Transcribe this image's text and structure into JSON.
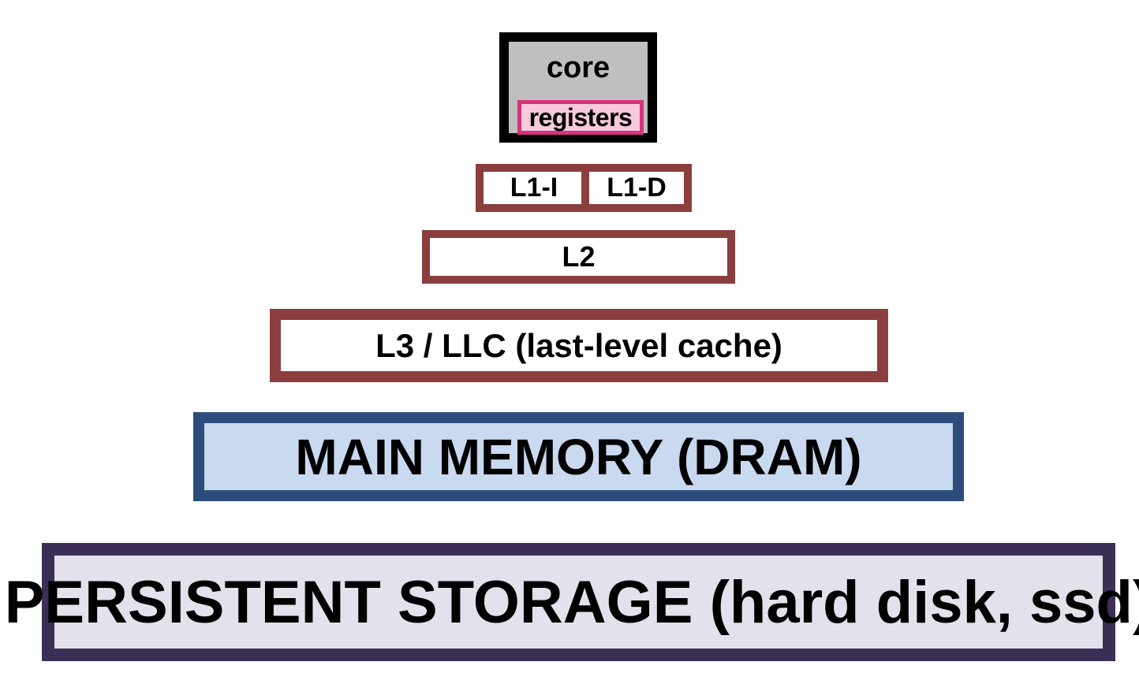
{
  "hierarchy": {
    "core": {
      "label": "core",
      "registers_label": "registers"
    },
    "l1": {
      "instruction_label": "L1-I",
      "data_label": "L1-D"
    },
    "l2": {
      "label": "L2"
    },
    "l3": {
      "label": "L3 / LLC (last-level cache)"
    },
    "dram": {
      "label": "MAIN MEMORY (DRAM)"
    },
    "storage": {
      "label": "PERSISTENT STORAGE (hard disk, ssd)"
    }
  },
  "colors": {
    "core_border": "#000000",
    "core_fill": "#bfbfbf",
    "registers_border": "#d6337a",
    "registers_fill": "#f7c9dd",
    "cache_border": "#8b3e3e",
    "dram_border": "#2c4d7c",
    "dram_fill": "#c9d9ef",
    "storage_border": "#3b2f55",
    "storage_fill": "#e3e1ec"
  }
}
